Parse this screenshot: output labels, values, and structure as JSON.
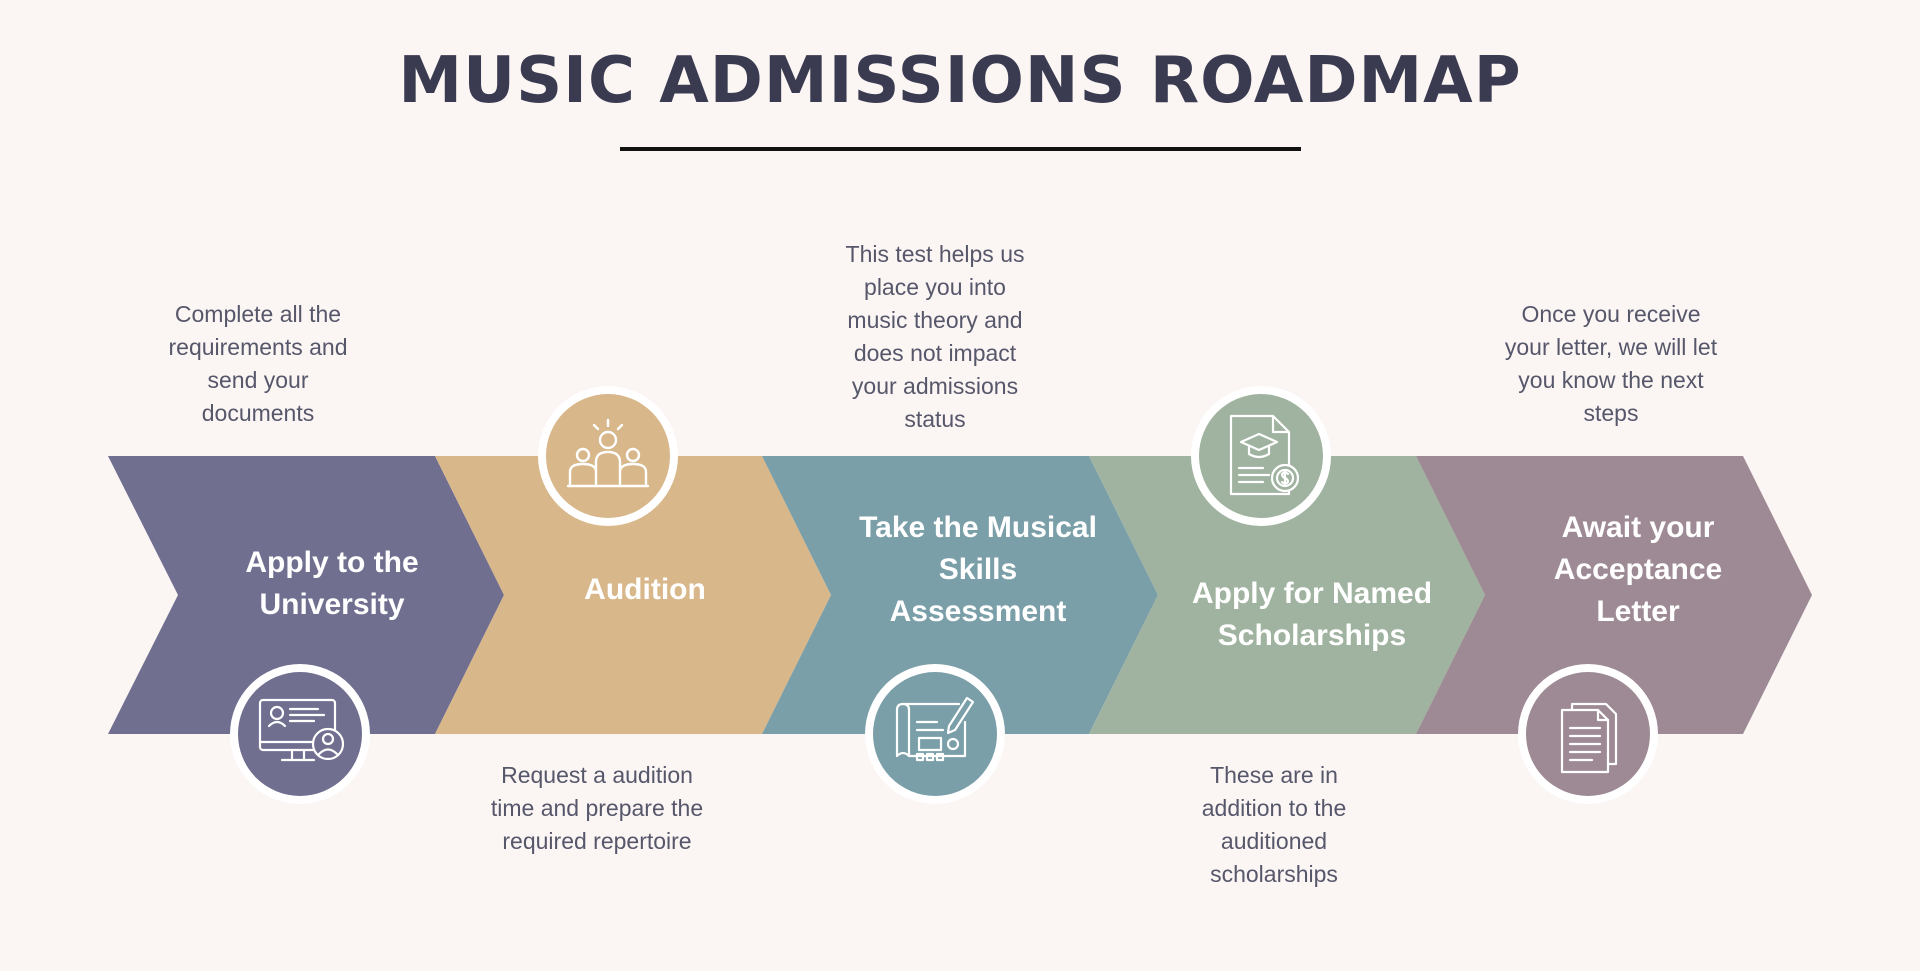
{
  "page": {
    "background": "#fbf5f4"
  },
  "title": "MUSIC ADMISSIONS ROADMAP",
  "colors": {
    "title": "#3a3b50",
    "description_text": "#56576a",
    "label_text": "#ffffff"
  },
  "steps": [
    {
      "label": "Apply to the University",
      "description": "Complete all the requirements and send your documents",
      "color": "#706f90",
      "icon": "computer-user-icon"
    },
    {
      "label": "Audition",
      "description": "Request a audition time and prepare the required repertoire",
      "color": "#d8b78a",
      "icon": "group-presentation-icon"
    },
    {
      "label": "Take the Musical Skills Assessment",
      "description": "This test helps us place you into music theory and does not impact your admissions status",
      "color": "#7a9fa8",
      "icon": "blueprint-pencil-icon"
    },
    {
      "label": "Apply for Named Scholarships",
      "description": "These are in addition to the auditioned scholarships",
      "color": "#a0b3a0",
      "icon": "scholarship-document-icon"
    },
    {
      "label": "Await your Acceptance Letter",
      "description": "Once you receive your letter, we will let you know the next steps",
      "color": "#9e8a94",
      "icon": "documents-icon"
    }
  ]
}
